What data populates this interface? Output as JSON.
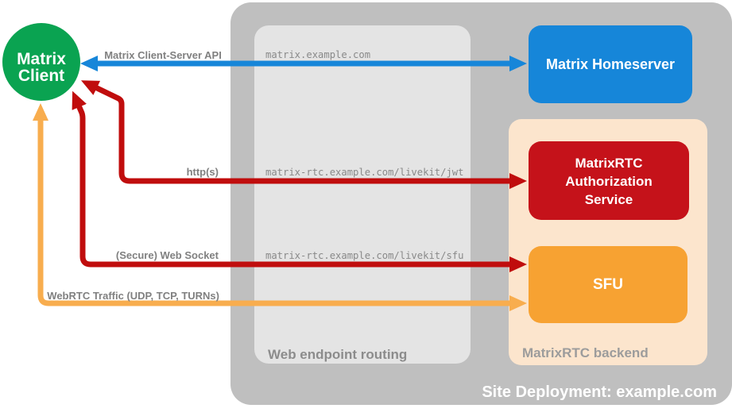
{
  "colors": {
    "canvas_bg": "#ffffff",
    "client_green": "#0aa351",
    "homeserver_blue": "#1686d9",
    "auth_red": "#c5121a",
    "sfu_orange": "#f7a232",
    "backend_peach": "#fce5cd",
    "site_gray": "#bfbfbf",
    "routing_gray": "#e4e4e4",
    "arrow_blue": "#1686d9",
    "arrow_red": "#c00d0d",
    "arrow_orange": "#f8ad4e",
    "edge_label_gray": "#808080",
    "mono_gray": "#898989",
    "routing_label_gray": "#8c8c8c",
    "backend_label_gray": "#9c9c9c",
    "node_text_white": "#ffffff",
    "site_label_white": "#ffffff"
  },
  "client": {
    "line1": "Matrix",
    "line2": "Client"
  },
  "homeserver": {
    "label": "Matrix Homeserver"
  },
  "auth_service": {
    "line1": "MatrixRTC",
    "line2": "Authorization",
    "line3": "Service"
  },
  "sfu": {
    "label": "SFU"
  },
  "zones": {
    "site": {
      "label": "Site Deployment: example.com"
    },
    "routing": {
      "label": "Web endpoint routing"
    },
    "backend": {
      "label": "MatrixRTC backend"
    }
  },
  "edges": {
    "api": {
      "label": "Matrix Client-Server API",
      "route": "matrix.example.com"
    },
    "https": {
      "label": "http(s)",
      "route": "matrix-rtc.example.com/livekit/jwt"
    },
    "websocket": {
      "label": "(Secure) Web Socket",
      "route": "matrix-rtc.example.com/livekit/sfu"
    },
    "webrtc": {
      "label": "WebRTC Traffic (UDP, TCP, TURNs)"
    }
  }
}
